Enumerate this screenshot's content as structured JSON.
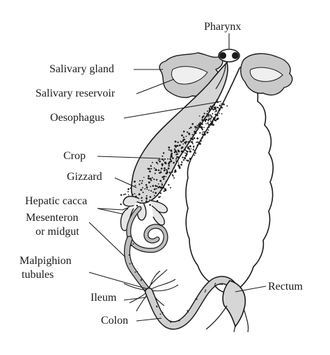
{
  "colors": {
    "ink": "#1a1a1a",
    "gland_fill": "#c9c9c9",
    "crop_fill": "#d6d6d6",
    "gut_fill": "#bdbdbd",
    "background": "#ffffff"
  },
  "diagram": {
    "subject": "insect digestive system",
    "labels": {
      "pharynx": "Pharynx",
      "salivary_gland": "Salivary gland",
      "salivary_reservoir": "Salivary reservoir",
      "oesophagus": "Oesophagus",
      "crop": "Crop",
      "gizzard": "Gizzard",
      "hepatic_caeca": "Hepatic cacca",
      "mesenteron_line1": "Mesenteron",
      "mesenteron_line2": "or midgut",
      "malpighian_line1": "Malpighion",
      "malpighian_line2": "tubules",
      "ileum": "Ileum",
      "colon": "Colon",
      "rectum": "Rectum"
    }
  }
}
